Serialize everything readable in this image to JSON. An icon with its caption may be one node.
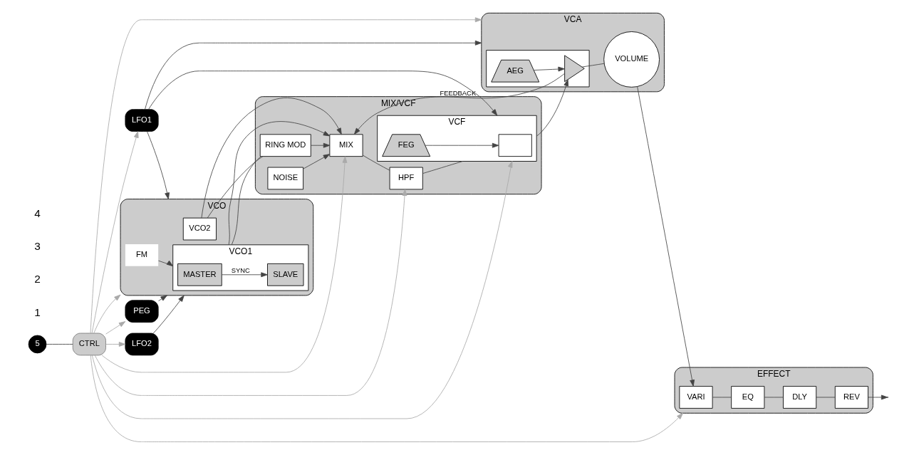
{
  "diagram": {
    "nodes": [
      {
        "text": [
          "5"
        ]
      },
      {
        "text": [
          "CTRL"
        ]
      },
      {
        "text": [
          "PEG"
        ]
      },
      {
        "text": [
          "LFO2"
        ]
      },
      {
        "text": [
          "LFO1"
        ]
      },
      {
        "text": [
          "VCO"
        ]
      },
      {
        "text": [
          "VCO1"
        ],
        "in": 5
      },
      {
        "text": [
          "MASTER"
        ],
        "in": 6
      },
      {
        "text": [
          "SLAVE"
        ],
        "in": 6
      },
      {
        "text": [
          "FM"
        ],
        "in": 5
      },
      {
        "text": [
          "VCO2"
        ],
        "in": 5
      },
      {
        "text": [
          "MIX/VCF"
        ]
      },
      {
        "text": [
          "RING MOD"
        ],
        "in": 11
      },
      {
        "text": [
          "NOISE"
        ],
        "in": 11
      },
      {
        "text": [
          "MIX"
        ],
        "in": 11
      },
      {
        "text": [
          "HPF"
        ],
        "in": 11
      },
      {
        "text": [
          "VCF"
        ],
        "in": 11
      },
      {
        "text": [],
        "shape": "box",
        "in": 16
      },
      {
        "text": [
          "FEG"
        ],
        "in": 16
      },
      {
        "text": [
          "VCA"
        ]
      },
      {
        "text": [],
        "shape": "box",
        "in": 19
      },
      {
        "text": [],
        "shape": "triangle",
        "in": 20
      },
      {
        "text": [
          "AEG"
        ],
        "in": 20
      },
      {
        "text": [
          "VOLUME"
        ],
        "in": 19
      },
      {
        "text": [
          "EFFECT"
        ]
      },
      {
        "text": [
          "VARI"
        ],
        "in": 24
      },
      {
        "text": [
          "EQ"
        ],
        "in": 24
      },
      {
        "text": [
          "DLY"
        ],
        "in": 24
      },
      {
        "text": [
          "REV"
        ],
        "in": 24
      }
    ],
    "edges": [
      {
        "from": 0,
        "to": 1,
        "arrow": "none"
      },
      {
        "from": 1,
        "to": 2,
        "arrow": "to",
        "color": "#aaaaaa"
      },
      {
        "from": 1,
        "to": 5,
        "arrow": "to",
        "color": "#aaaaaa"
      },
      {
        "from": 1,
        "to": 3,
        "arrow": "to",
        "color": "#aaaaaa"
      },
      {
        "from": 1,
        "to": 4,
        "arrow": "to",
        "color": "#aaaaaa"
      },
      {
        "from": 1,
        "to": 14,
        "arrow": "to",
        "color": "#aaaaaa"
      },
      {
        "from": 1,
        "to": 15,
        "arrow": "to",
        "color": "#aaaaaa"
      },
      {
        "from": 1,
        "to": 16,
        "arrow": "to",
        "color": "#aaaaaa"
      },
      {
        "from": 1,
        "to": 19,
        "arrow": "to",
        "color": "#aaaaaa"
      },
      {
        "from": 1,
        "to": 24,
        "arrow": "to",
        "color": "#aaaaaa"
      },
      {
        "from": 2,
        "to": 5,
        "arrow": "to"
      },
      {
        "from": 3,
        "to": 5,
        "arrow": "to"
      },
      {
        "from": 4,
        "to": 5,
        "arrow": "to"
      },
      {
        "from": 4,
        "to": 16,
        "arrow": "to"
      },
      {
        "from": 4,
        "to": 19,
        "arrow": "to"
      },
      {
        "from": 7,
        "to": 8,
        "label": "SYNC",
        "arrow": "to"
      },
      {
        "from": 9,
        "to": 6,
        "arrow": "to"
      },
      {
        "from": 6,
        "to": 14,
        "arrow": "to"
      },
      {
        "from": 6,
        "to": 12,
        "arrow": "none"
      },
      {
        "from": 10,
        "to": 12,
        "arrow": "none"
      },
      {
        "from": 10,
        "to": 14,
        "arrow": "to"
      },
      {
        "from": 12,
        "to": 14,
        "arrow": "to"
      },
      {
        "from": 13,
        "to": 14,
        "arrow": "to"
      },
      {
        "from": 14,
        "to": 15,
        "arrow": "none"
      },
      {
        "from": 15,
        "to": 16,
        "arrow": "none"
      },
      {
        "from": 18,
        "to": 17,
        "arrow": "to"
      },
      {
        "from": 16,
        "to": 21,
        "arrow": "to"
      },
      {
        "from": 22,
        "to": 21,
        "arrow": "to"
      },
      {
        "from": 21,
        "to": 23,
        "arrow": "none"
      },
      {
        "from": 21,
        "to": 14,
        "label": "FEEDBACK",
        "arrow": "to"
      },
      {
        "from": 23,
        "to": 25,
        "arrow": "to"
      },
      {
        "from": 25,
        "to": 26,
        "arrow": "none"
      },
      {
        "from": 26,
        "to": 27,
        "arrow": "none"
      },
      {
        "from": 27,
        "to": 28,
        "arrow": "none"
      },
      {
        "from": 28,
        "to": null,
        "arrow": "to"
      }
    ],
    "labels": [
      "1",
      "2",
      "3",
      "4"
    ]
  }
}
